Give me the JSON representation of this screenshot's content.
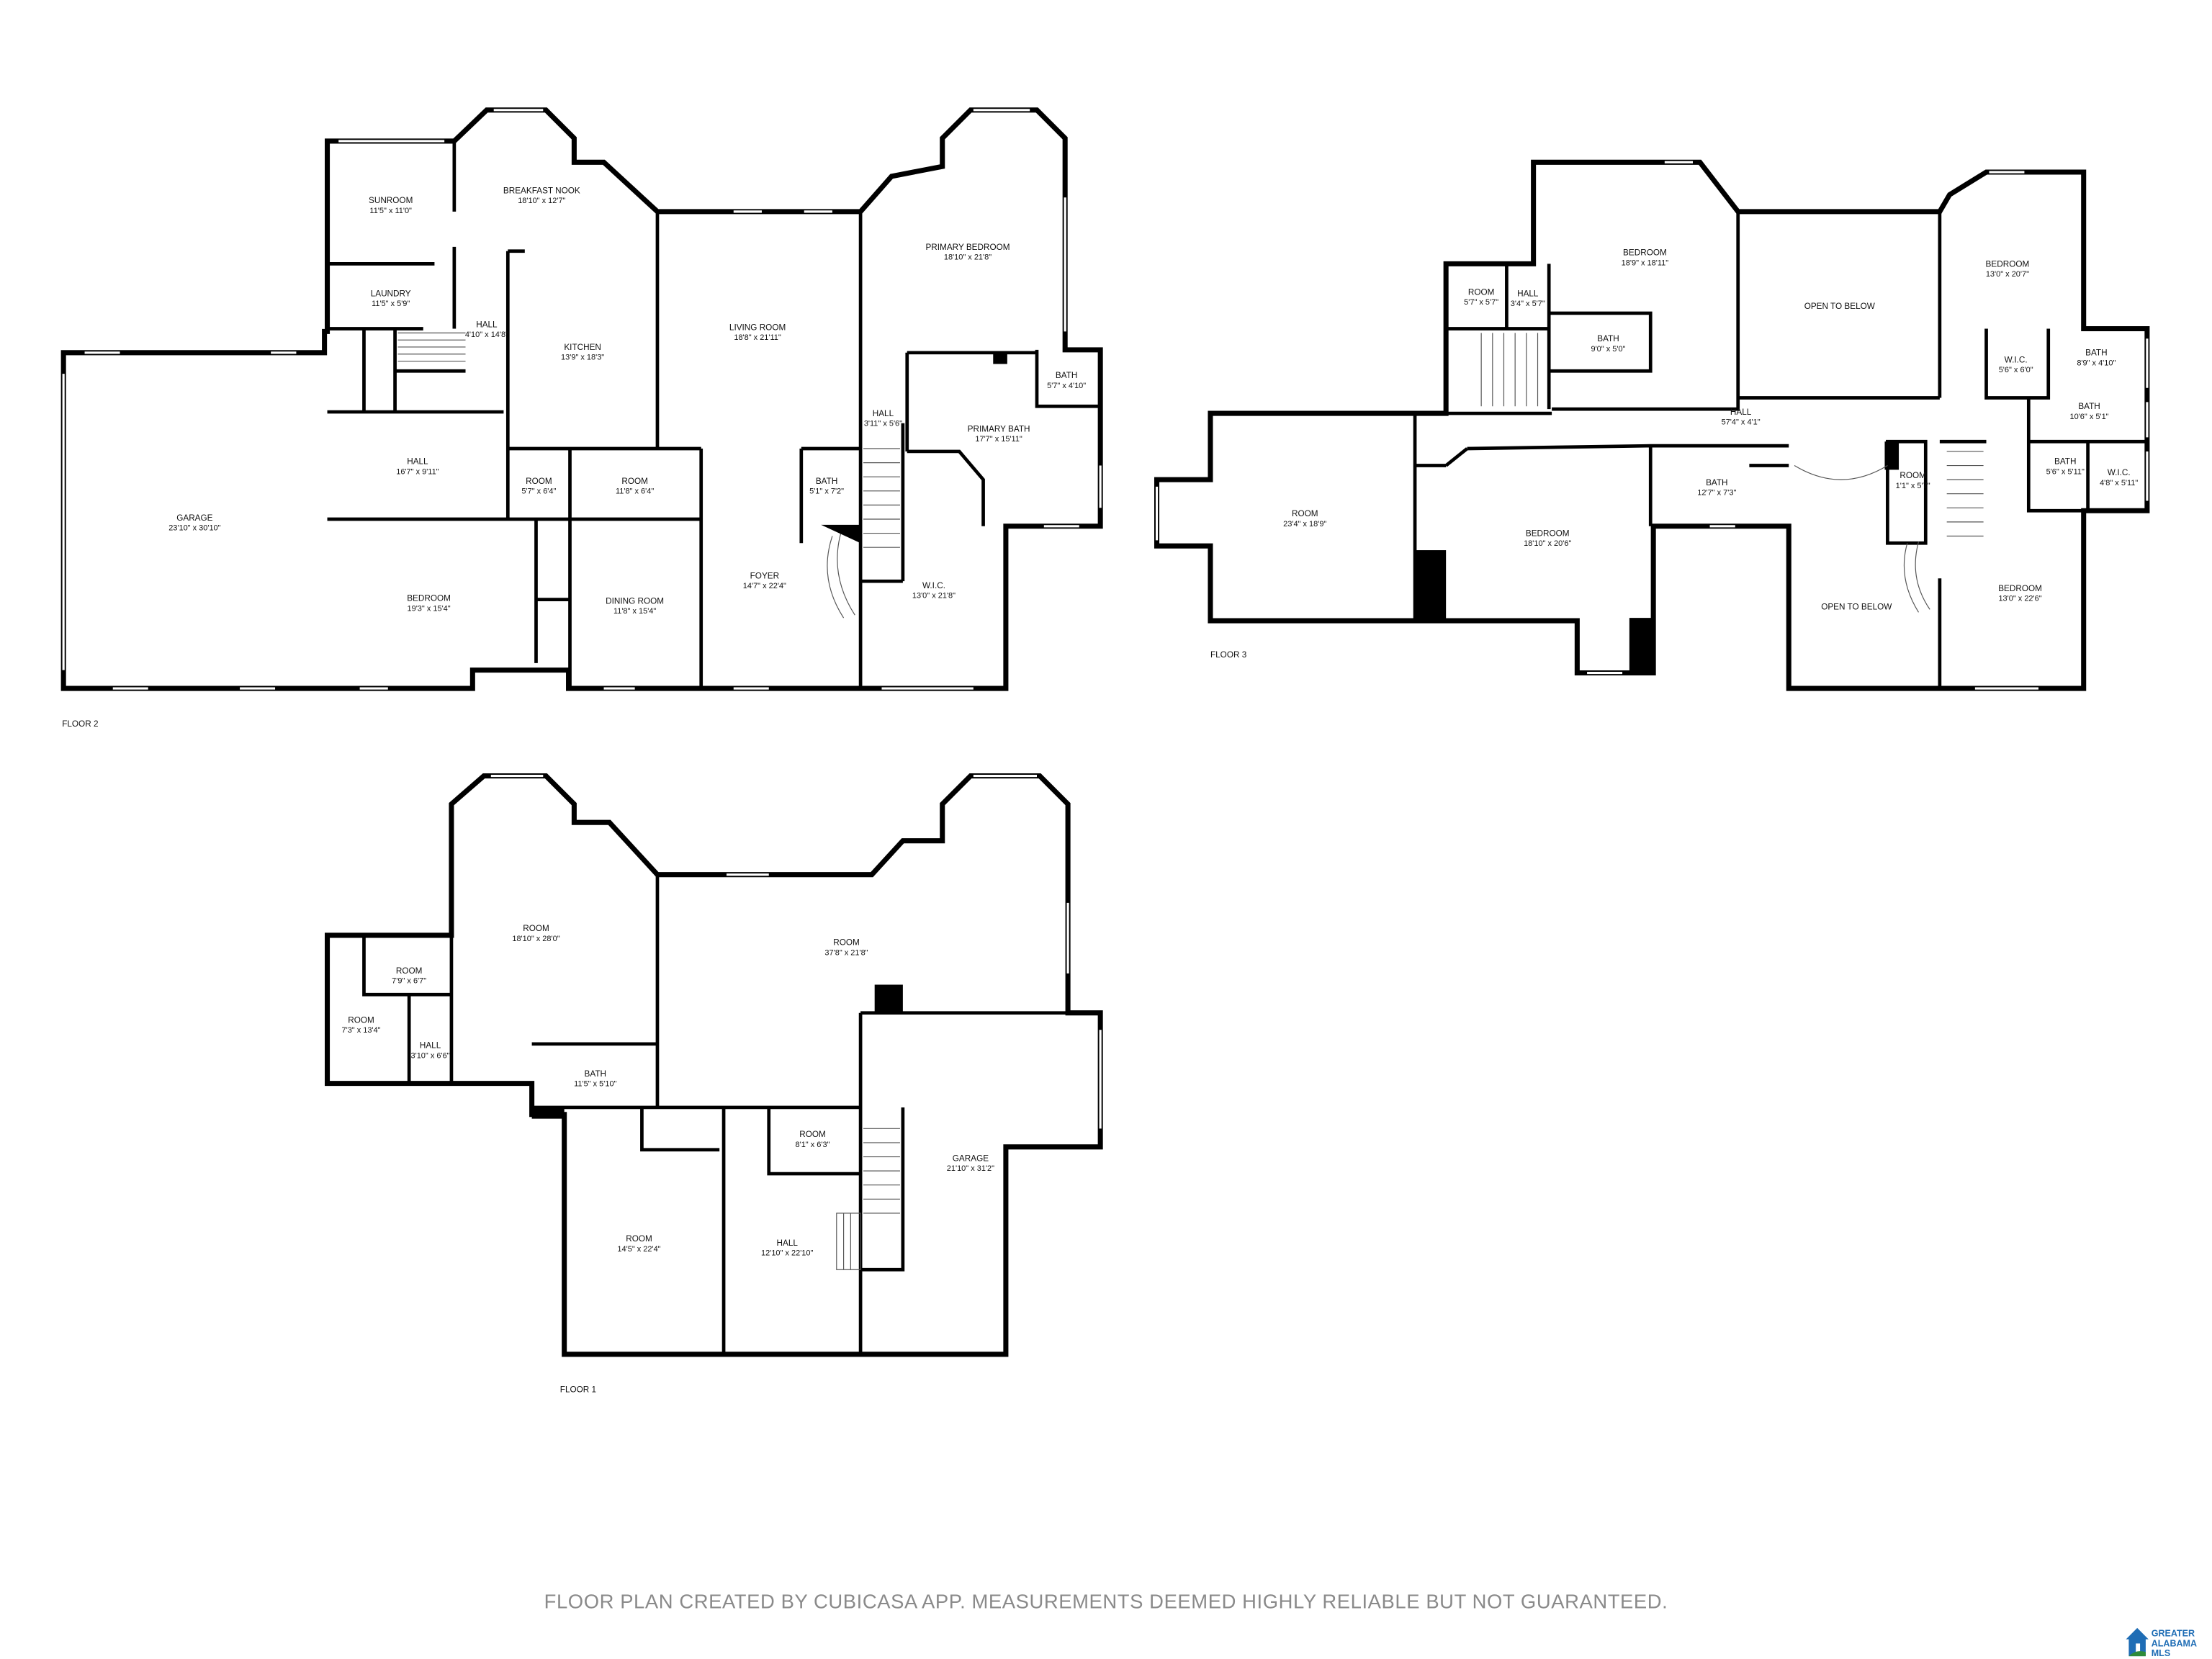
{
  "floor2": {
    "label": "FLOOR 2",
    "rooms": [
      {
        "name": "GARAGE",
        "dims": "23'10\" x 30'10\""
      },
      {
        "name": "SUNROOM",
        "dims": "11'5\" x 11'0\""
      },
      {
        "name": "BREAKFAST NOOK",
        "dims": "18'10\" x 12'7\""
      },
      {
        "name": "LAUNDRY",
        "dims": "11'5\" x 5'9\""
      },
      {
        "name": "HALL",
        "dims": "4'10\" x 14'8\""
      },
      {
        "name": "KITCHEN",
        "dims": "13'9\" x 18'3\""
      },
      {
        "name": "LIVING ROOM",
        "dims": "18'8\" x 21'11\""
      },
      {
        "name": "PRIMARY BEDROOM",
        "dims": "18'10\" x 21'8\""
      },
      {
        "name": "BATH",
        "dims": "5'7\" x 4'10\""
      },
      {
        "name": "PRIMARY BATH",
        "dims": "17'7\" x 15'11\""
      },
      {
        "name": "HALL",
        "dims": "3'11\" x 5'6\""
      },
      {
        "name": "HALL",
        "dims": "16'7\" x 9'11\""
      },
      {
        "name": "ROOM",
        "dims": "5'7\" x 6'4\""
      },
      {
        "name": "ROOM",
        "dims": "11'8\" x 6'4\""
      },
      {
        "name": "BATH",
        "dims": "5'1\" x 7'2\""
      },
      {
        "name": "BEDROOM",
        "dims": "19'3\" x 15'4\""
      },
      {
        "name": "DINING ROOM",
        "dims": "11'8\" x 15'4\""
      },
      {
        "name": "FOYER",
        "dims": "14'7\" x 22'4\""
      },
      {
        "name": "W.I.C.",
        "dims": "13'0\" x 21'8\""
      }
    ]
  },
  "floor3": {
    "label": "FLOOR 3",
    "rooms": [
      {
        "name": "BEDROOM",
        "dims": "18'9\" x 18'11\""
      },
      {
        "name": "OPEN TO BELOW",
        "dims": ""
      },
      {
        "name": "BEDROOM",
        "dims": "13'0\" x 20'7\""
      },
      {
        "name": "ROOM",
        "dims": "5'7\" x 5'7\""
      },
      {
        "name": "HALL",
        "dims": "3'4\" x 5'7\""
      },
      {
        "name": "BATH",
        "dims": "9'0\" x 5'0\""
      },
      {
        "name": "W.I.C.",
        "dims": "5'6\" x 6'0\""
      },
      {
        "name": "BATH",
        "dims": "8'9\" x 4'10\""
      },
      {
        "name": "HALL",
        "dims": "57'4\" x 4'1\""
      },
      {
        "name": "BATH",
        "dims": "10'6\" x 5'1\""
      },
      {
        "name": "ROOM",
        "dims": "23'4\" x 18'9\""
      },
      {
        "name": "BEDROOM",
        "dims": "18'10\" x 20'6\""
      },
      {
        "name": "BATH",
        "dims": "12'7\" x 7'3\""
      },
      {
        "name": "ROOM",
        "dims": "1'1\" x 5'7\""
      },
      {
        "name": "BATH",
        "dims": "5'6\" x 5'11\""
      },
      {
        "name": "W.I.C.",
        "dims": "4'8\" x 5'11\""
      },
      {
        "name": "OPEN TO BELOW",
        "dims": ""
      },
      {
        "name": "BEDROOM",
        "dims": "13'0\" x 22'6\""
      }
    ]
  },
  "floor1": {
    "label": "FLOOR 1",
    "rooms": [
      {
        "name": "ROOM",
        "dims": "18'10\" x 28'0\""
      },
      {
        "name": "ROOM",
        "dims": "37'8\" x 21'8\""
      },
      {
        "name": "ROOM",
        "dims": "7'9\" x 6'7\""
      },
      {
        "name": "ROOM",
        "dims": "7'3\" x 13'4\""
      },
      {
        "name": "HALL",
        "dims": "3'10\" x 6'6\""
      },
      {
        "name": "BATH",
        "dims": "11'5\" x 5'10\""
      },
      {
        "name": "ROOM",
        "dims": "8'1\" x 6'3\""
      },
      {
        "name": "GARAGE",
        "dims": "21'10\" x 31'2\""
      },
      {
        "name": "ROOM",
        "dims": "14'5\" x 22'4\""
      },
      {
        "name": "HALL",
        "dims": "12'10\" x 22'10\""
      }
    ]
  },
  "footer": {
    "disclaimer": "FLOOR PLAN CREATED BY CUBICASA APP. MEASUREMENTS DEEMED HIGHLY RELIABLE BUT NOT GUARANTEED.",
    "logo_text": [
      "GREATER",
      "ALABAMA",
      "MLS"
    ]
  },
  "colors": {
    "wall": "#000000",
    "logo_blue": "#1f6db5",
    "logo_green": "#2e8b3a",
    "disclaimer": "#8a8a8a"
  }
}
